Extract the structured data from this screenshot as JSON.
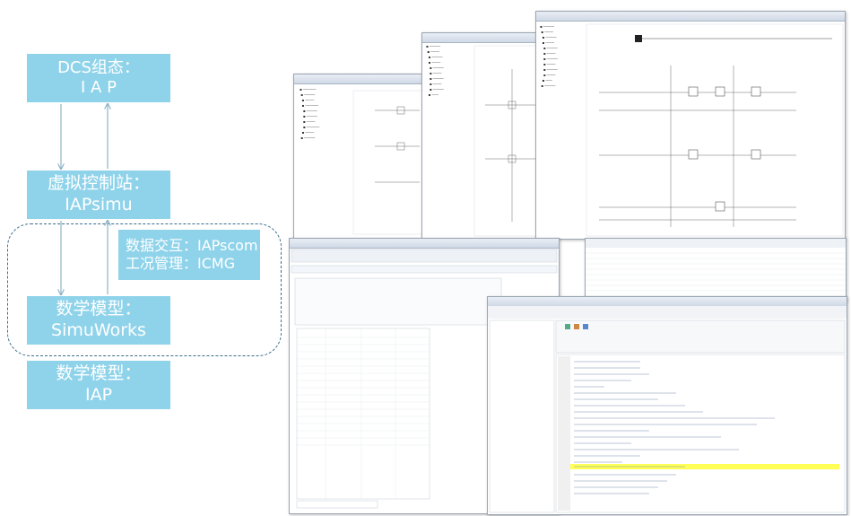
{
  "boxes": {
    "dcs": {
      "line1": "DCS组态：",
      "line2": "I A P"
    },
    "station": {
      "line1": "虚拟控制站：",
      "line2": "IAPsimu"
    },
    "exchange": {
      "line1": "数据交互：IAPscom",
      "line2": "工况管理：ICMG"
    },
    "model": {
      "line1": "数学模型：",
      "line2": "SimuWorks"
    },
    "iap_model": {
      "line1": "数学模型：",
      "line2": "IAP"
    }
  },
  "colors": {
    "box_fill": "#8fd3ea",
    "box_text": "#ffffff",
    "dashed_border": "#3c6e8c",
    "arrow": "#8db3c7"
  }
}
